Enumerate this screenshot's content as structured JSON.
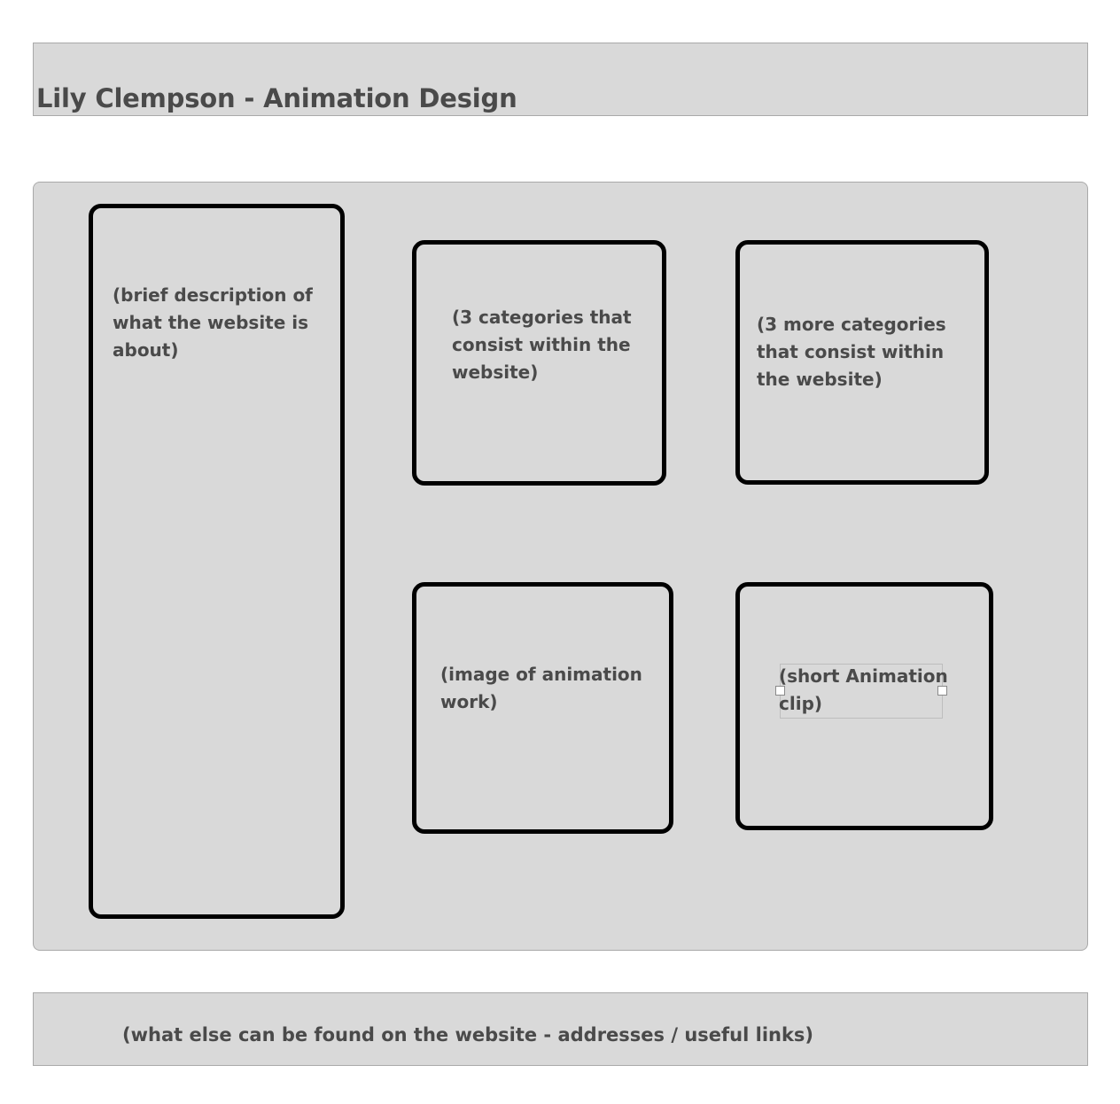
{
  "header": {
    "title": "Lily Clempson - Animation Design"
  },
  "main": {
    "description_box": "(brief description of what the website is about)",
    "categories_box": "(3 categories that consist within the website)",
    "more_categories_box": "(3 more categories that consist within the website)",
    "image_box": "(image of animation work)",
    "clip_box": "(short Animation clip)"
  },
  "footer": {
    "text": "(what else can be found on the website - addresses / useful links)"
  },
  "colors": {
    "panel_background": "#d9d9d9",
    "box_border": "#000000",
    "text": "#4a4a4a"
  }
}
